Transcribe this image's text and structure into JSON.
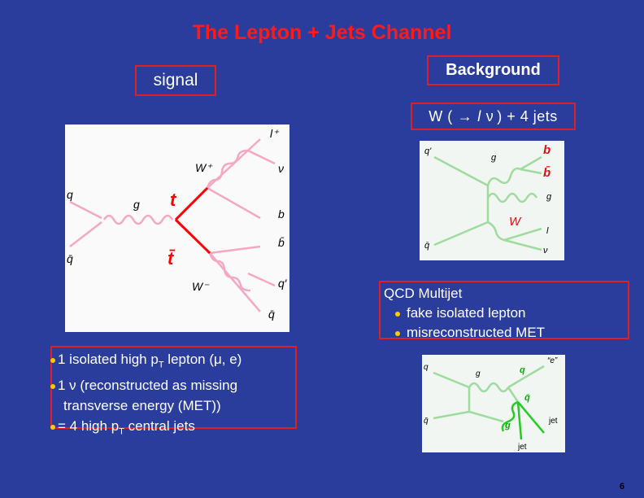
{
  "title": "The Lepton + Jets Channel",
  "signal_label": "signal",
  "background_label": "Background",
  "w_jets": {
    "prefix": "W (",
    "arrow": "→",
    "l": "l",
    "nu": "ν",
    "suffix": ") + 4 jets"
  },
  "signal_diagram": {
    "q": "q",
    "qbar": "q̄",
    "g": "g",
    "t": "t",
    "tbar": "t̄",
    "wplus": "W⁺",
    "wminus": "W⁻",
    "lplus": "l⁺",
    "nu": "ν",
    "b": "b",
    "bbar": "b̄",
    "qprime": "q′",
    "qbar2": "q̄"
  },
  "wjets_diagram": {
    "qprime": "q'",
    "qbar": "q̄",
    "g1": "g",
    "g2": "g",
    "b": "b",
    "bbar": "b̄",
    "w": "W",
    "l": "l",
    "nu": "ν"
  },
  "qcd_box": {
    "heading": "QCD Multijet",
    "items": [
      "fake isolated lepton",
      "misreconstructed MET"
    ]
  },
  "qcd_diagram": {
    "q": "q",
    "qbar": "q̄",
    "g1": "g",
    "q2": "q",
    "e": "“e”",
    "qbar2": "q̄",
    "g2": "g",
    "jet1": "jet",
    "jet2": "jet"
  },
  "signal_box": {
    "item1_pre": "1 isolated high p",
    "item1_sub": "T",
    "item1_post": " lepton (μ, e)",
    "item2_line1": "1 ν (reconstructed as missing",
    "item2_line2": "transverse energy (MET))",
    "item3_pre": "= 4 high p",
    "item3_sub": "T",
    "item3_post": " central jets"
  },
  "page_number": "6"
}
